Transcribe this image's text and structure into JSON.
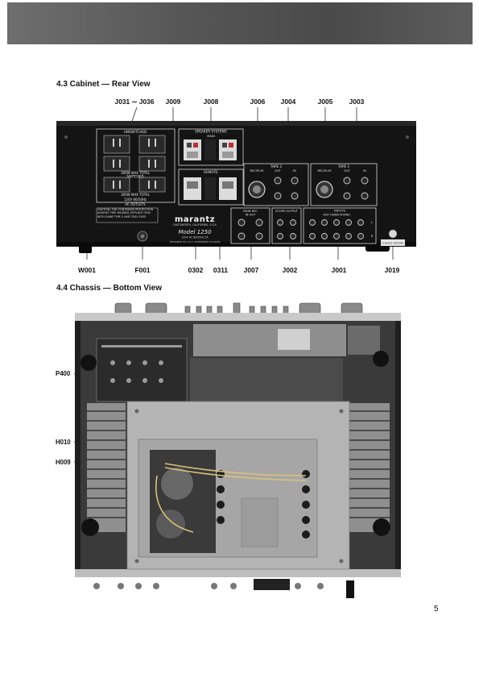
{
  "section_rear": {
    "title": "4.3  Cabinet — Rear View",
    "top_callouts": [
      "J031 ∼ J036",
      "J009",
      "J008",
      "J006",
      "J004",
      "J005",
      "J003"
    ],
    "bottom_callouts": [
      "W001",
      "F001",
      "0302",
      "0311",
      "J007",
      "J002",
      "J001",
      "J019"
    ],
    "panel_text": {
      "unswitched": "UNSWITCHED",
      "speaker_systems": "SPEAKER SYSTEMS",
      "main": "MAIN",
      "remote": "REMOTE",
      "max_total_1": "300W MAX TOTAL",
      "switched": "SWITCHED",
      "max_total_2": "300W MAX TOTAL",
      "voltage": "120V 60/50Hz",
      "ac_outlets": "AC OUTLETS",
      "caution": "CAUTION: FOR CONTINUED PROTECTION AGAINST FIRE HAZARD, REPLACE ONLY WITH SAME TYPE 5 AMP 250V FUSE",
      "tape2": "TAPE 2",
      "tape1": "TAPE 1",
      "rec_play": "REC/PLAY",
      "out": "OUT",
      "in": "IN",
      "main_rec": "MAIN   REC",
      "in_out": "IN    OUT",
      "scope_output": "SCOPE OUTPUT",
      "inputs": "INPUTS",
      "aux_tuner_phono": "AUX  TUNER  PHONO",
      "brand": "marantz",
      "brand_sub": "CHATSWORTH, CALIFORNIA, U.S.A.",
      "model": "Model 1250",
      "rating": "120V  AC  60/50Hz  5A",
      "made_in": "DESIGNED IN U.S.A.  ASSEMBLED IN JAPAN",
      "chassis_ground": "CHASSIS GROUND",
      "ch_l": "L",
      "ch_r": "R"
    }
  },
  "section_bottom": {
    "title": "4.4  Chassis — Bottom View",
    "left_callouts": [
      "P400",
      "H010",
      "H009"
    ]
  },
  "page_number": "5",
  "colors": {
    "panel": "#161616",
    "chassis_bg": "#2a2a2a",
    "plate": "#b4b4b4",
    "header_band": "#555555"
  }
}
